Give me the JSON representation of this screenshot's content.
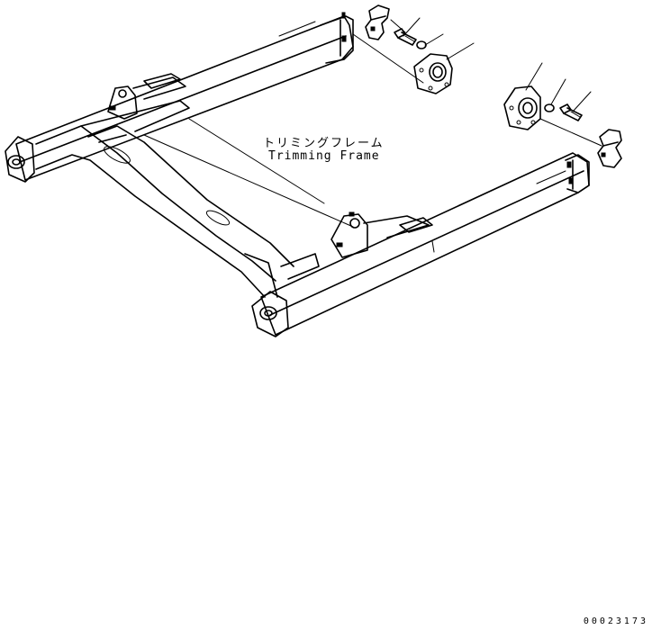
{
  "diagram": {
    "label_japanese": "トリミングフレーム",
    "label_english": "Trimming Frame",
    "drawing_number": "00023173"
  },
  "colors": {
    "line": "#000000",
    "background": "#ffffff"
  }
}
